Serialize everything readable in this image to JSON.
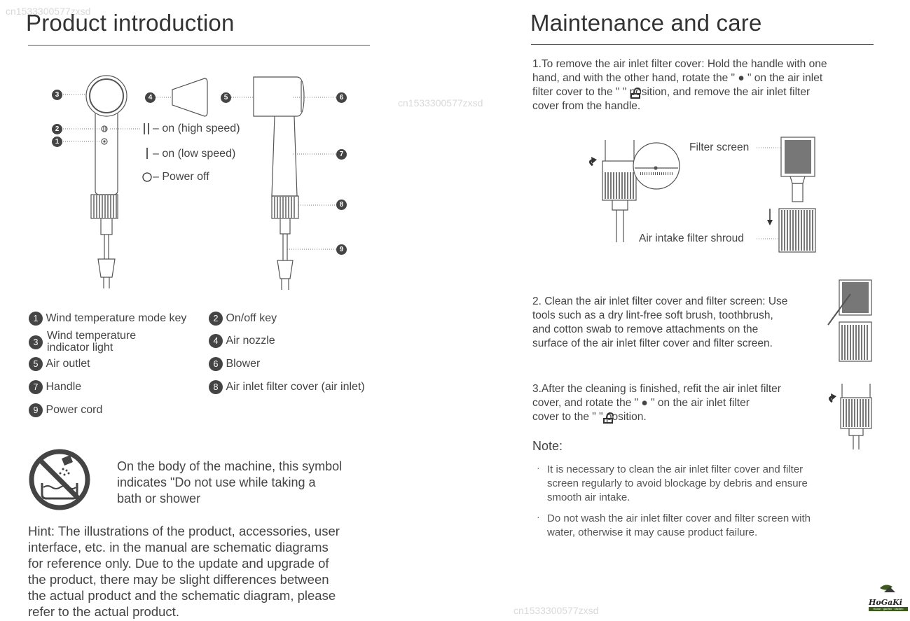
{
  "watermark": "cn1533300577zxsd",
  "left": {
    "title": "Product introduction",
    "callouts": [
      "1",
      "2",
      "3",
      "4",
      "5",
      "6",
      "7",
      "8",
      "9"
    ],
    "speeds": {
      "high": "– on (high speed)",
      "low": "– on (low speed)",
      "off": "– Power off"
    },
    "legend": [
      {
        "num": "1",
        "label": "Wind temperature mode key"
      },
      {
        "num": "2",
        "label": "On/off key"
      },
      {
        "num": "3",
        "label_line1": "Wind temperature",
        "label_line2": "indicator light"
      },
      {
        "num": "4",
        "label": "Air nozzle"
      },
      {
        "num": "5",
        "label": "Air outlet"
      },
      {
        "num": "6",
        "label": "Blower"
      },
      {
        "num": "7",
        "label": "Handle"
      },
      {
        "num": "8",
        "label": "Air inlet filter cover (air inlet)"
      },
      {
        "num": "9",
        "label": "Power cord"
      }
    ],
    "symbol_text": [
      "On the body of the machine, this symbol",
      "indicates \"Do not use while taking a",
      "bath or shower"
    ],
    "hint": [
      "Hint: The illustrations of the product, accessories, user",
      "interface, etc. in the manual are schematic diagrams",
      "for reference only. Due to the update and upgrade of",
      "the product, there may be slight differences between",
      "the actual product and the schematic diagram, please",
      "refer to the actual product."
    ]
  },
  "right": {
    "title": "Maintenance and care",
    "step1": [
      "1.To remove the air inlet filter cover: Hold the handle with one",
      "hand, and with the other hand, rotate the \" ● \" on the air inlet",
      "filter cover to the \"   \" position, and remove the air inlet filter",
      "cover from the handle."
    ],
    "filter_screen": "Filter screen",
    "air_intake": "Air intake filter shroud",
    "step2": [
      "2. Clean the air inlet filter cover and filter screen: Use",
      "tools such as a dry lint-free soft brush, toothbrush,",
      "and cotton swab to remove attachments on the",
      "surface of the air inlet filter cover and filter screen."
    ],
    "step3": [
      " 3.After the cleaning is finished, refit the air inlet filter",
      "cover, and rotate the \" ● \" on the air inlet filter",
      "cover to the \"   \" position."
    ],
    "note_title": "Note:",
    "notes": [
      [
        "It is necessary to clean the air inlet filter cover and filter",
        "screen regularly to avoid blockage by debris and ensure",
        "smooth air intake."
      ],
      [
        "Do not wash the air inlet filter cover and filter screen with",
        "water, otherwise it may cause product failure."
      ]
    ],
    "bullet": "·"
  },
  "logo": {
    "name": "HoGaKi",
    "tagline": "Home · garden · kitchen"
  }
}
